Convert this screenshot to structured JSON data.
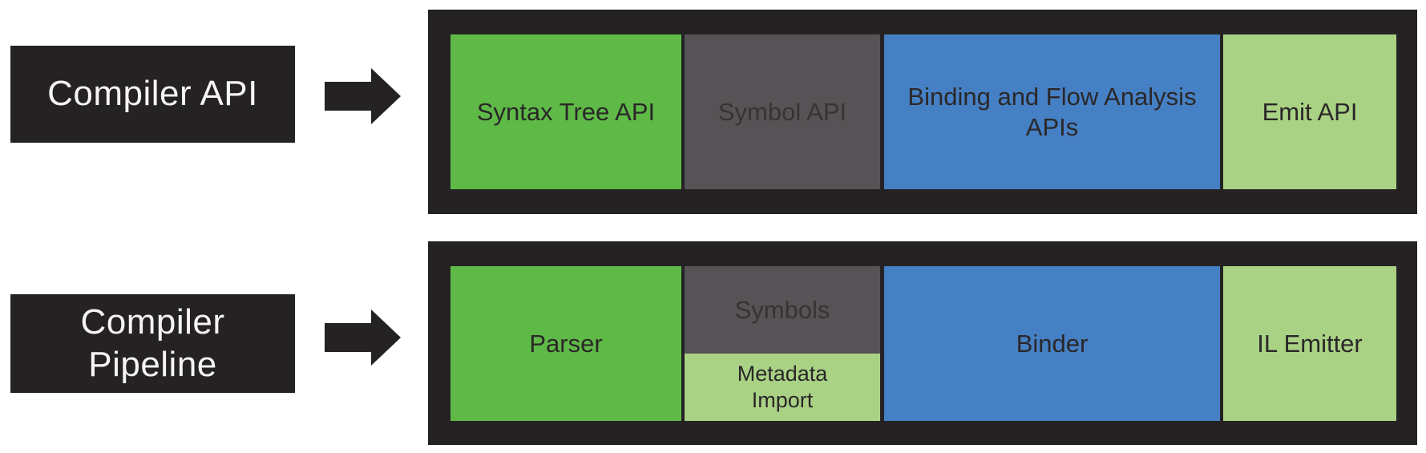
{
  "colors": {
    "background": "#ffffff",
    "dark": "#252223",
    "green": "#5fb947",
    "gray": "#565356",
    "blue": "#4680c4",
    "lgreen": "#aad285",
    "text-on-dark": "#f5f3f3",
    "text-on-color": "#2a2728",
    "text-on-gray": "#363334"
  },
  "rows": [
    {
      "label": "Compiler API",
      "boxes": [
        {
          "label": "Syntax Tree API"
        },
        {
          "label": "Symbol API"
        },
        {
          "label": "Binding and Flow Analysis APIs"
        },
        {
          "label": "Emit API"
        }
      ]
    },
    {
      "label": "Compiler Pipeline",
      "boxes": [
        {
          "label": "Parser"
        },
        {
          "label": "Symbols"
        },
        {
          "label": "Metadata Import"
        },
        {
          "label": "Binder"
        },
        {
          "label": "IL Emitter"
        }
      ]
    }
  ]
}
